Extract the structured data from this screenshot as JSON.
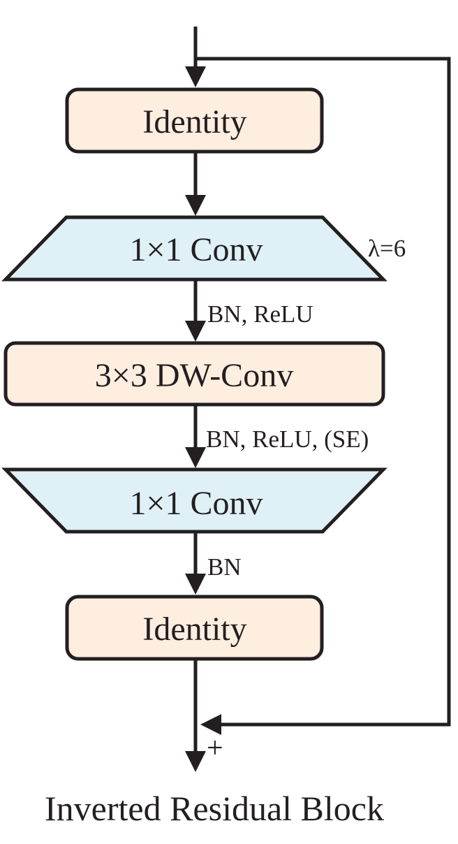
{
  "diagram": {
    "colors": {
      "identity_fill": "#fdeee0",
      "conv_fill": "#dff0f7",
      "dwconv_fill": "#fdeee0",
      "stroke": "#231f20"
    },
    "nodes": {
      "identity_top": "Identity",
      "conv1x1_expand": "1×1 Conv",
      "dwconv": "3×3 DW-Conv",
      "conv1x1_project": "1×1 Conv",
      "identity_bottom": "Identity"
    },
    "annotations": {
      "expansion_ratio": "λ=6",
      "after_expand": "BN, ReLU",
      "after_dwconv": "BN, ReLU,  (SE)",
      "after_project": "BN",
      "add_symbol": "+"
    },
    "title": "Inverted Residual Block"
  }
}
